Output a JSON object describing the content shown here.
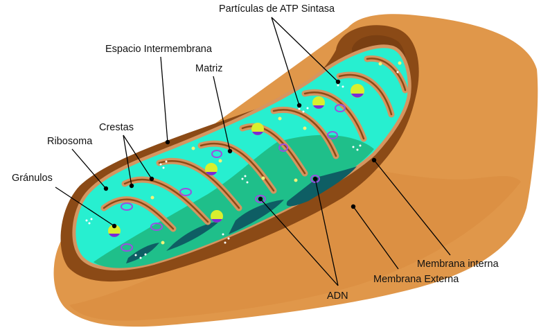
{
  "labels": {
    "atp_synthase": "Partículas de ATP Sintasa",
    "intermembrane_space": "Espacio Intermembrana",
    "matrix": "Matriz",
    "cristae": "Crestas",
    "ribosome": "Ribosoma",
    "granules": "Gránulos",
    "inner_membrane": "Membrana interna",
    "outer_membrane": "Membrana Externa",
    "dna": "ADN"
  },
  "colors": {
    "outer_membrane": "#e0974a",
    "intermembrane_space": "#8b4a16",
    "inner_membrane_edge": "#d49560",
    "matrix_light": "#27efd0",
    "matrix_mid": "#1fbf8a",
    "matrix_dark": "#0e5e64",
    "granule_yellow": "#d8ef2e",
    "granule_purple": "#7a2bd6",
    "dna_loop": "#9a4fe0"
  }
}
